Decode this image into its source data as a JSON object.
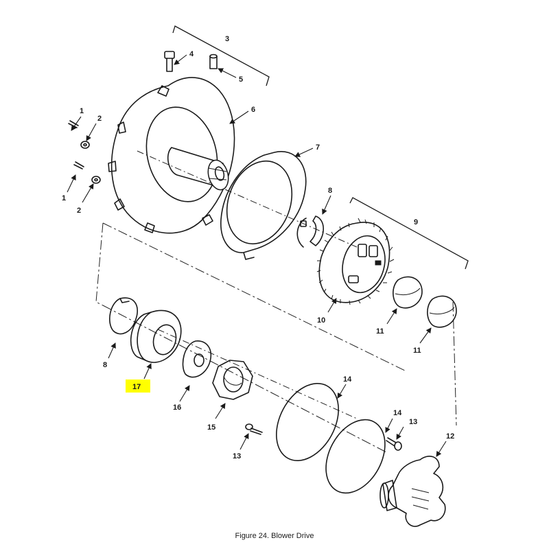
{
  "figure": {
    "caption": "Figure 24. Blower Drive",
    "highlight_color": "#ffff00",
    "callouts": {
      "c1a": "1",
      "c1b": "1",
      "c2a": "2",
      "c2b": "2",
      "c3": "3",
      "c4": "4",
      "c5": "5",
      "c6": "6",
      "c7": "7",
      "c8a": "8",
      "c8b": "8",
      "c9": "9",
      "c10": "10",
      "c11a": "11",
      "c11b": "11",
      "c12": "12",
      "c13a": "13",
      "c13b": "13",
      "c14a": "14",
      "c14b": "14",
      "c15": "15",
      "c16": "16",
      "c17": "17"
    }
  }
}
